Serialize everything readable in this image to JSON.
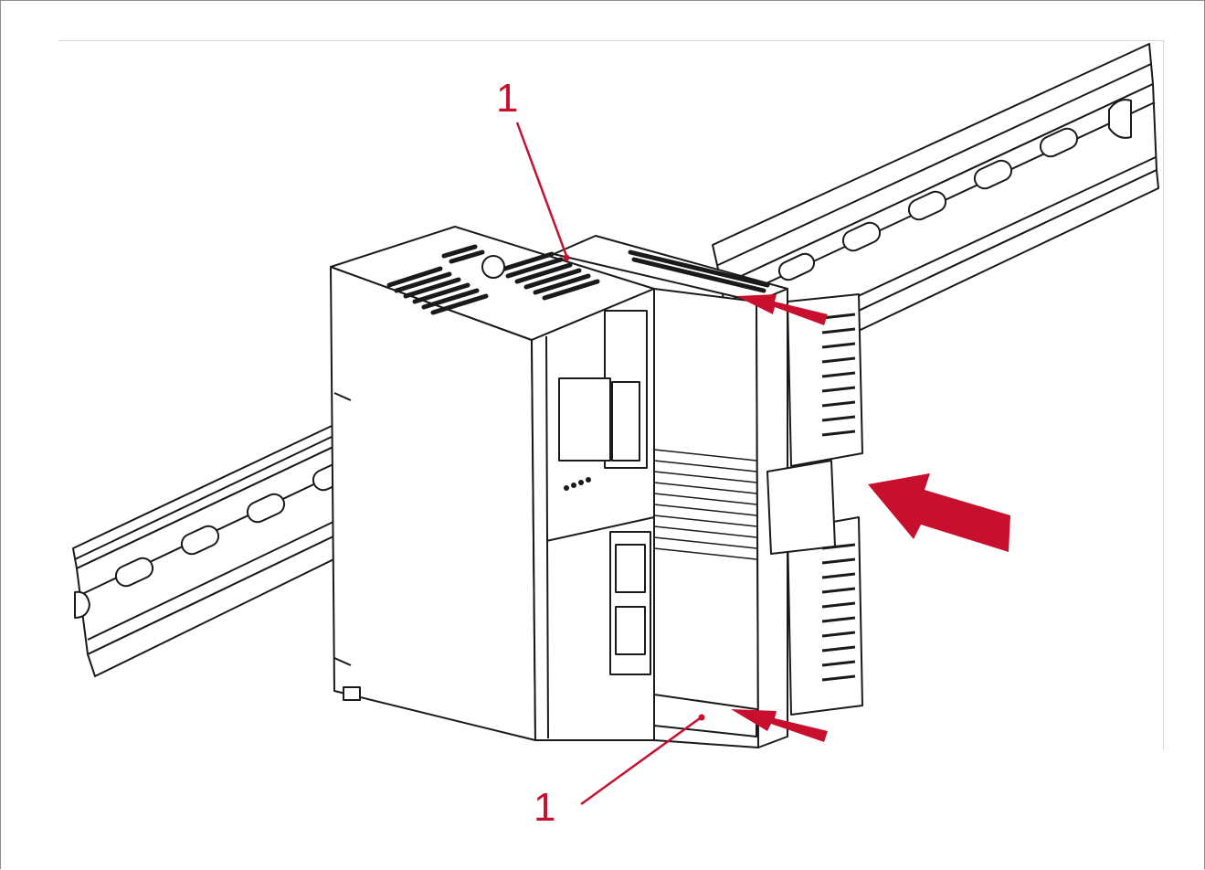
{
  "callouts": {
    "top_label": "1",
    "bottom_label": "1"
  },
  "colors": {
    "accent": "#c8102e",
    "line": "#1a1a1a",
    "fill": "#ffffff"
  },
  "icons": [
    "din-rail",
    "plc-module",
    "io-module",
    "arrow-push-icon"
  ]
}
